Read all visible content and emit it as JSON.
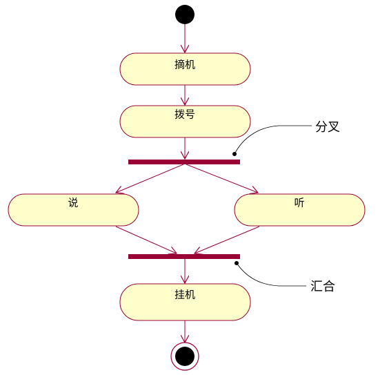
{
  "diagram": {
    "activities": {
      "pickup": "摘机",
      "dial": "拨号",
      "speak": "说",
      "listen": "听",
      "hangup": "挂机"
    },
    "annotations": {
      "fork": "分叉",
      "join": "汇合"
    },
    "colors": {
      "activity_fill": "#ffffcc",
      "activity_stroke": "#990033",
      "arrow": "#990033",
      "bar": "#990033",
      "node": "#000000",
      "note_line": "#000000"
    }
  }
}
